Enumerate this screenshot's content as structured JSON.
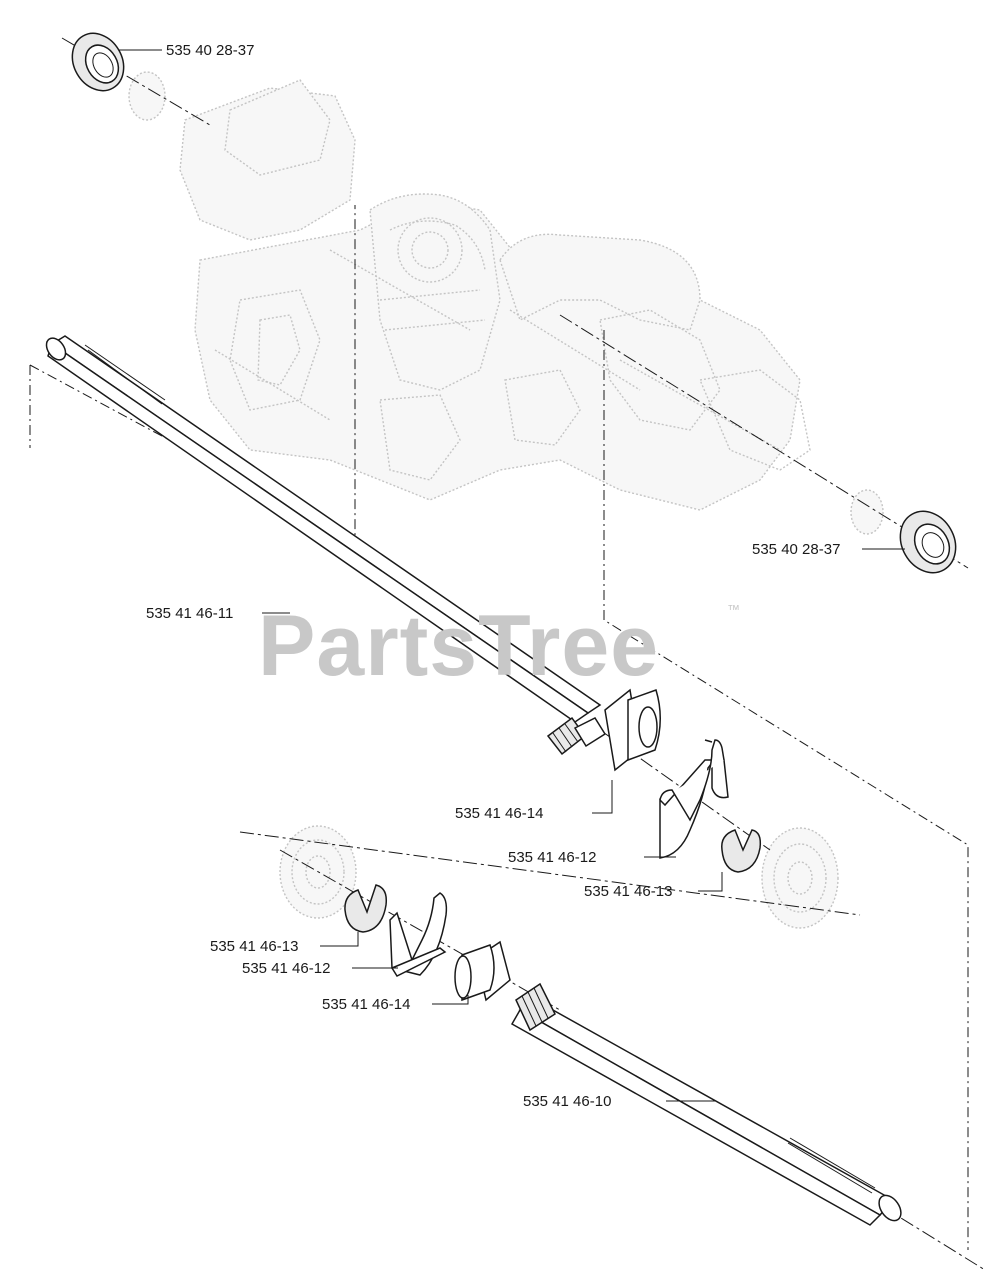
{
  "watermark": {
    "text": "PartsTree",
    "trademark": "™"
  },
  "labels": {
    "seal_top": "535 40 28-37",
    "seal_right": "535 40 28-37",
    "shaft_upper": "535 41 46-11",
    "bushing_upper": "535 41 46-14",
    "bracket_upper": "535 41 46-12",
    "clip_upper": "535 41 46-13",
    "clip_lower": "535 41 46-13",
    "bracket_lower": "535 41 46-12",
    "bushing_lower": "535 41 46-14",
    "shaft_lower": "535 41 46-10"
  }
}
